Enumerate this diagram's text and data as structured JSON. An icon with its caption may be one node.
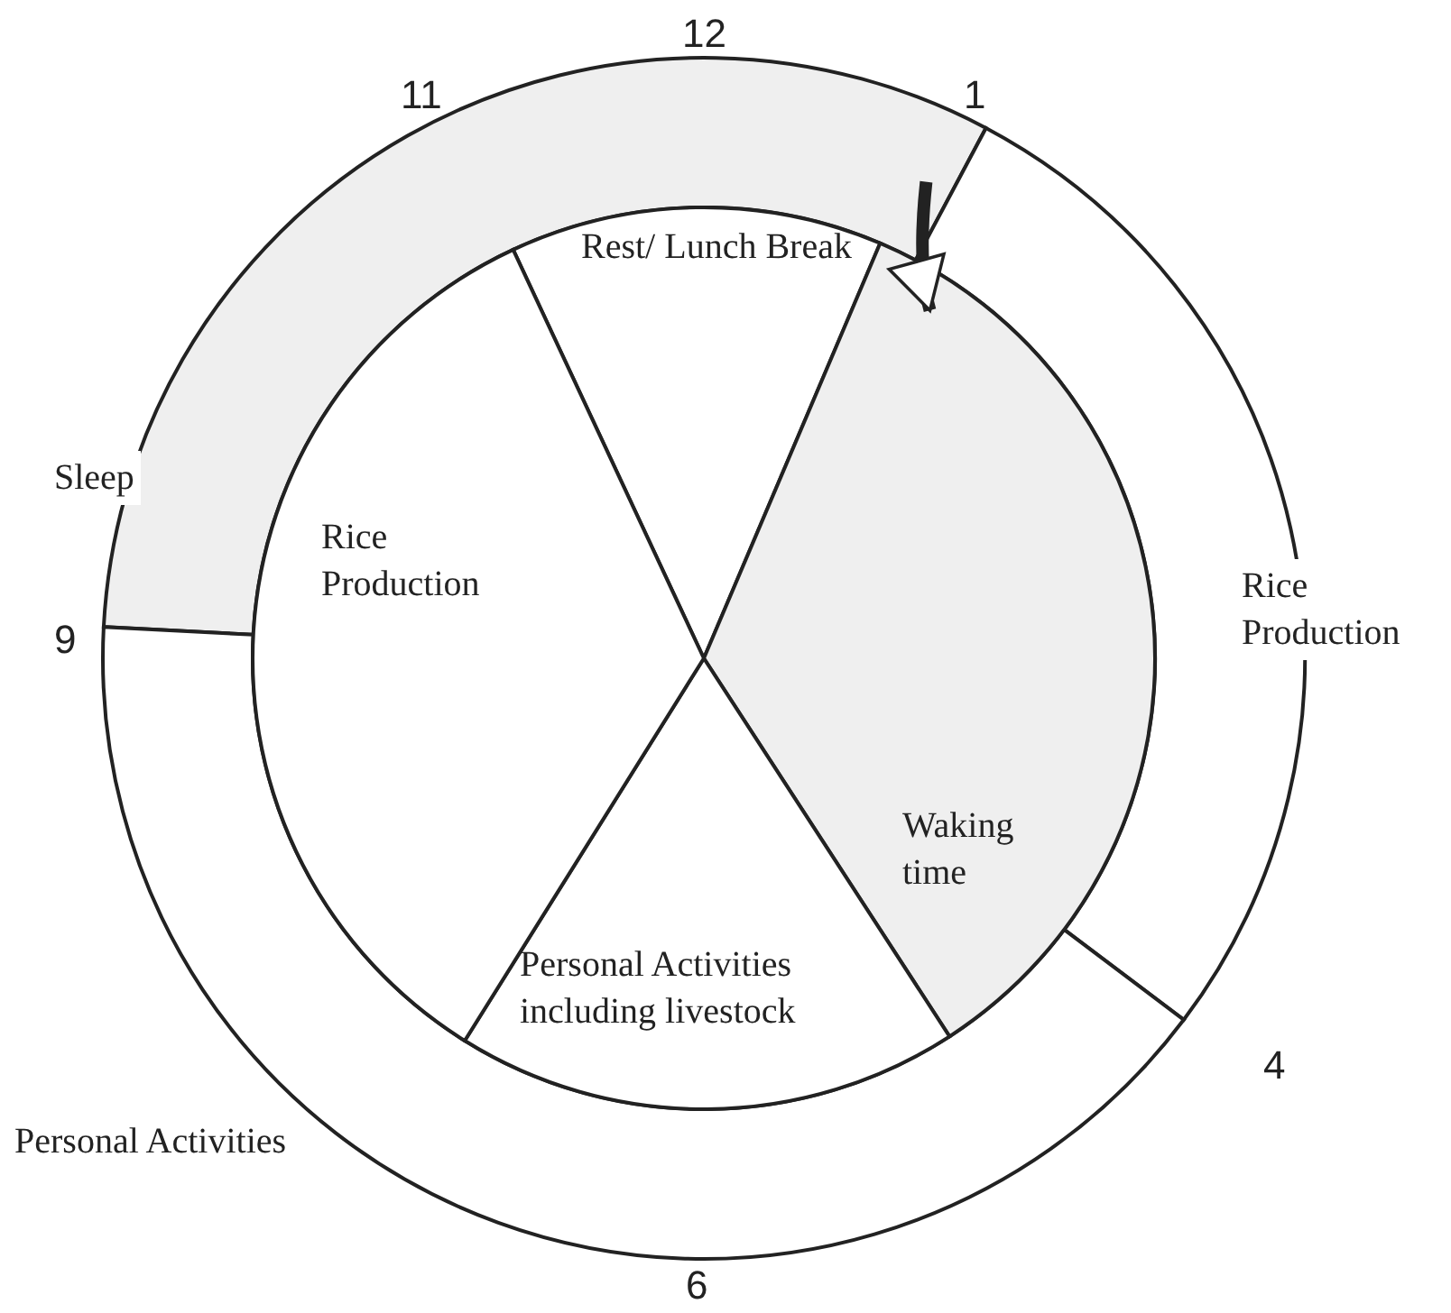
{
  "diagram": {
    "nodes": [
      {
        "text": [
          "Sleep"
        ]
      },
      {
        "text": [
          "Rice Production"
        ]
      },
      {
        "text": [
          "Personal Activities"
        ]
      },
      {
        "text": [
          "Rest/ Lunch Break"
        ]
      },
      {
        "text": [
          "Waking time"
        ]
      },
      {
        "text": [
          "Personal Activities including livestock"
        ]
      },
      {
        "text": [
          "Rice Production"
        ]
      }
    ],
    "edges": [
      {
        "from": 0,
        "to": 4,
        "arrow": "to"
      }
    ],
    "labels": [
      "12",
      "11",
      "1",
      "9",
      "4",
      "6"
    ]
  }
}
